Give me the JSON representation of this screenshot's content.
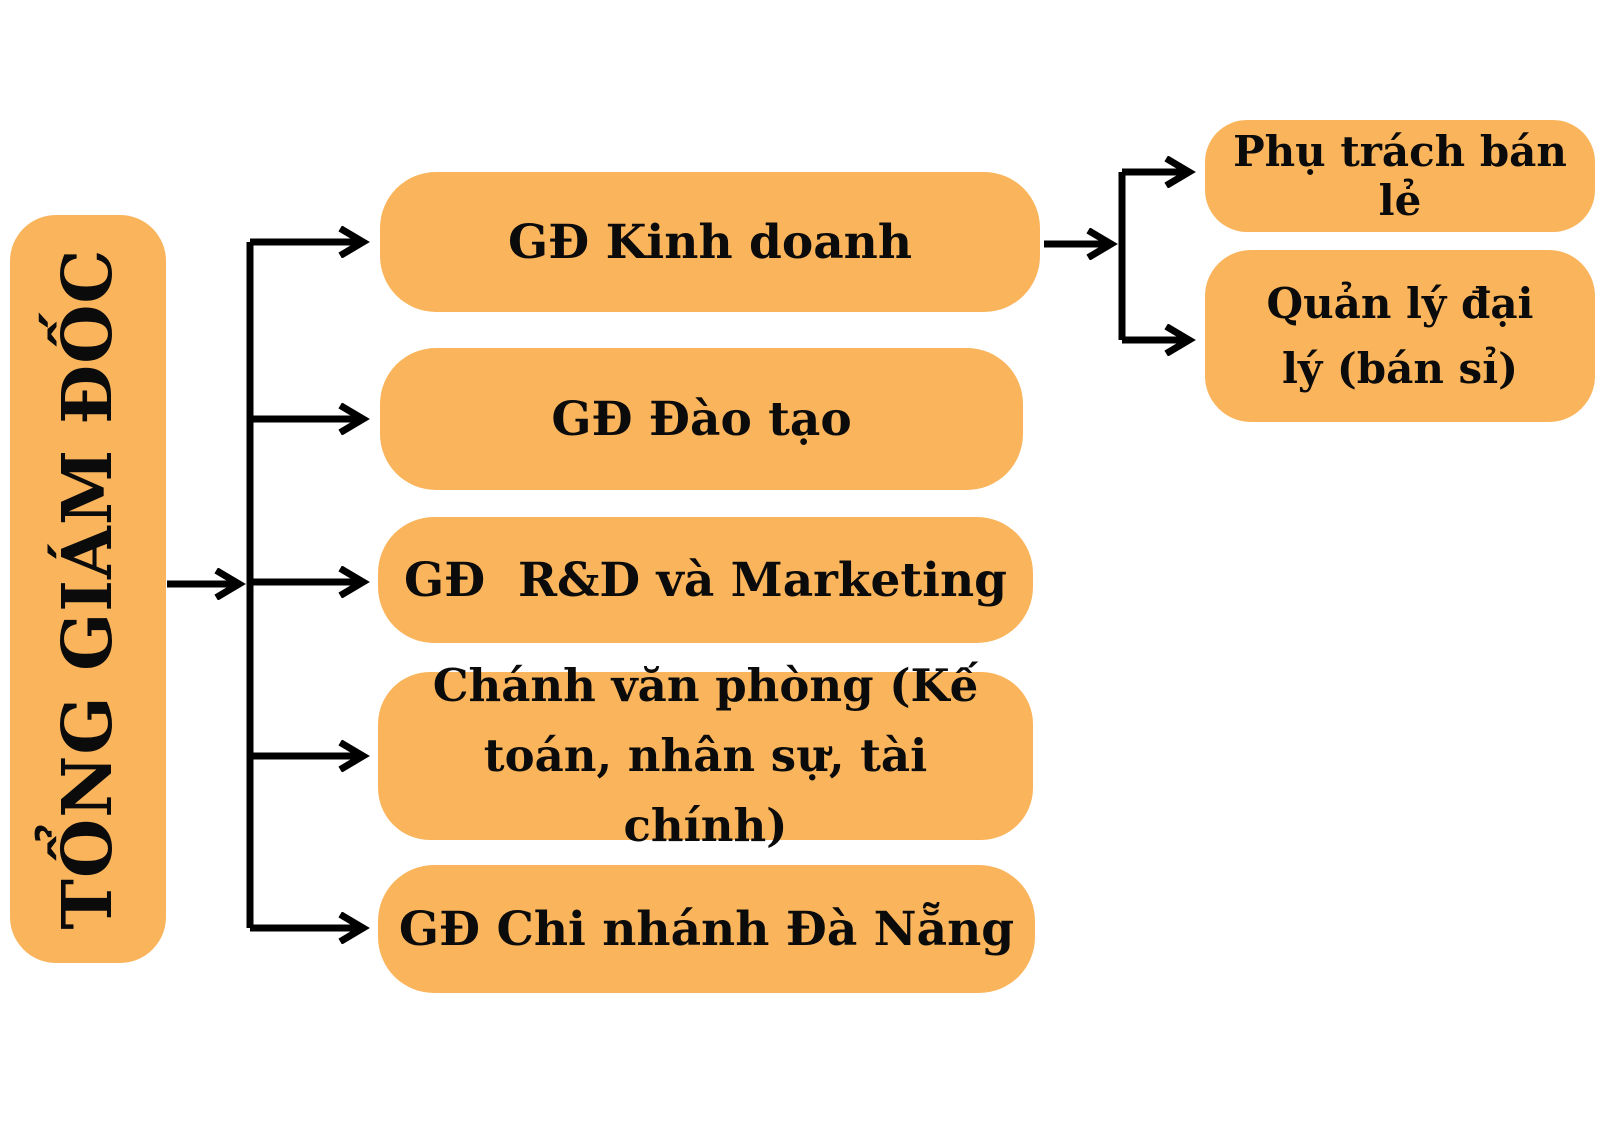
{
  "root": {
    "label": "TỔNG GIÁM ĐỐC"
  },
  "children": [
    {
      "label": "GĐ Kinh doanh"
    },
    {
      "label": "GĐ Đào tạo"
    },
    {
      "label": "GĐ  R&D và Marketing"
    },
    {
      "label": "Chánh văn phòng (Kế toán, nhân sự, tài chính)"
    },
    {
      "label": "GĐ Chi nhánh Đà Nẵng"
    }
  ],
  "grandchildren": [
    {
      "label": "Phụ trách bán lẻ",
      "parent": "GĐ Kinh doanh"
    },
    {
      "label": "Quản lý đại lý (bán sỉ)",
      "parent": "GĐ Kinh doanh"
    }
  ],
  "colors": {
    "box_fill": "#FAB55C",
    "text": "#0B0B0B",
    "connector": "#000000",
    "background": "#FFFFFF"
  }
}
